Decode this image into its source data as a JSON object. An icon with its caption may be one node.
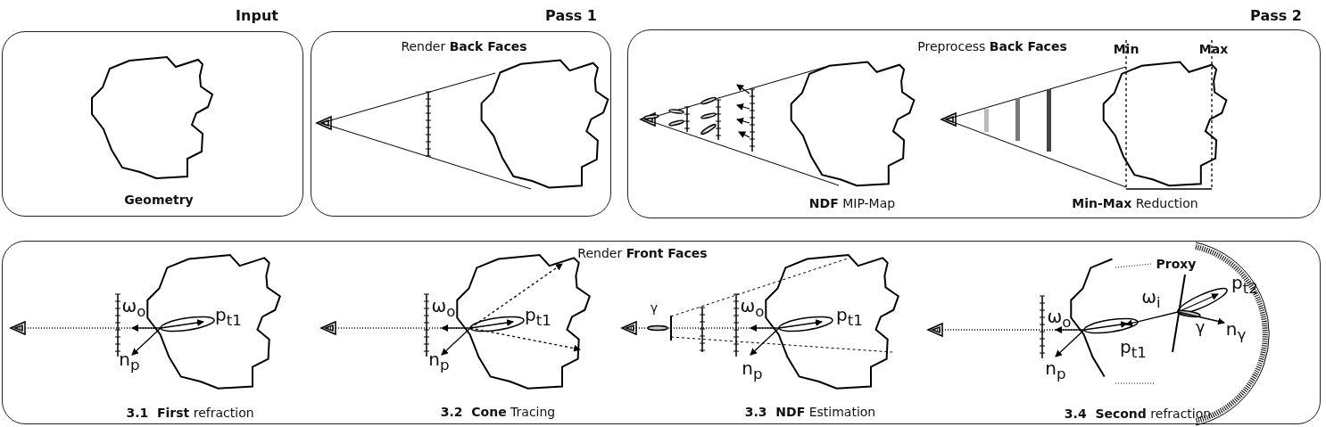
{
  "diagram": {
    "nodes": [
      {
        "text": [
          "Input",
          "Geometry"
        ]
      },
      {
        "text": [
          "Pass 1",
          "Render **Back Faces**"
        ]
      },
      {
        "text": [
          "Pass 2",
          "Preprocess **Back Faces**"
        ]
      },
      {
        "text": [
          "Render **Front Faces**"
        ]
      }
    ],
    "labels": [
      "Min",
      "Max",
      "**NDF** MIP-Map",
      "**Min-Max** Reduction",
      "Proxy",
      "γ",
      "ω$_{i}$",
      "p$_{t2}$",
      "ω$_{o}$",
      "p$_{t1}$",
      "ω$_{o}$",
      "p$_{t1}$",
      "ω$_{o}$",
      "p$_{t1}$",
      "ω$_{o}$",
      "γ",
      "n$_{γ}$",
      "p$_{t1}$",
      "n$_{p}$",
      "n$_{p}$",
      "n$_{p}$",
      "n$_{p}$",
      "**3.1  First** refraction",
      "**3.2  Cone** Tracing",
      "**3.3  NDF** Estimation",
      "**3.4  Second** refraction"
    ]
  }
}
